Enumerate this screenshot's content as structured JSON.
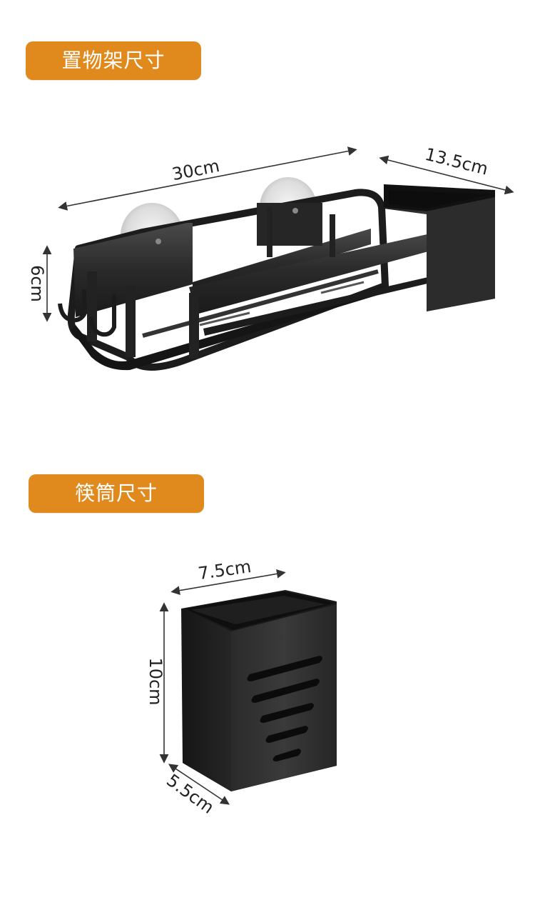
{
  "sections": [
    {
      "title": "置物架尺寸",
      "dimensions": {
        "length": "30cm",
        "depth": "13.5cm",
        "height": "6cm"
      }
    },
    {
      "title": "筷筒尺寸",
      "dimensions": {
        "width": "7.5cm",
        "height": "10cm",
        "depth": "5.5cm"
      }
    }
  ],
  "colors": {
    "badge": "#e08a1e",
    "product": "#2a2a2a"
  }
}
